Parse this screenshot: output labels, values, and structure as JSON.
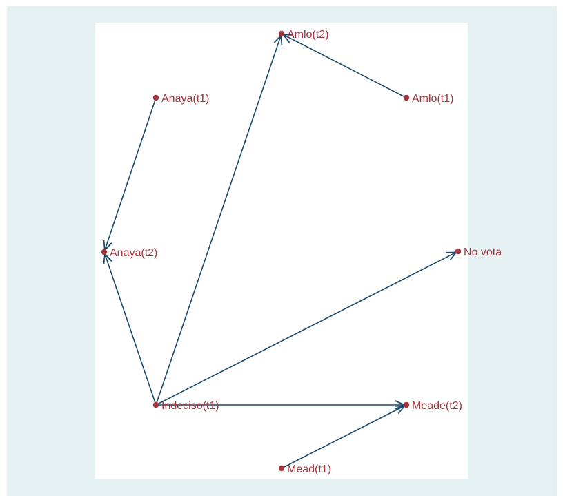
{
  "colors": {
    "outer_background": "#e6f1f3",
    "plot_background": "#ffffff",
    "node_color": "#a4343c",
    "edge_color": "#1a4a6b"
  },
  "nodes": [
    {
      "id": "amlo_t2",
      "label": "Amlo(t2)"
    },
    {
      "id": "anaya_t1",
      "label": "Anaya(t1)"
    },
    {
      "id": "amlo_t1",
      "label": "Amlo(t1)"
    },
    {
      "id": "anaya_t2",
      "label": "Anaya(t2)"
    },
    {
      "id": "no_vota",
      "label": "No vota"
    },
    {
      "id": "indeciso_t1",
      "label": "Indeciso(t1)"
    },
    {
      "id": "meade_t2",
      "label": "Meade(t2)"
    },
    {
      "id": "mead_t1",
      "label": "Mead(t1)"
    }
  ],
  "edges": [
    {
      "from": "amlo_t1",
      "to": "amlo_t2"
    },
    {
      "from": "anaya_t1",
      "to": "anaya_t2"
    },
    {
      "from": "indeciso_t1",
      "to": "anaya_t2"
    },
    {
      "from": "indeciso_t1",
      "to": "amlo_t2"
    },
    {
      "from": "indeciso_t1",
      "to": "no_vota"
    },
    {
      "from": "indeciso_t1",
      "to": "meade_t2"
    },
    {
      "from": "mead_t1",
      "to": "meade_t2"
    }
  ]
}
